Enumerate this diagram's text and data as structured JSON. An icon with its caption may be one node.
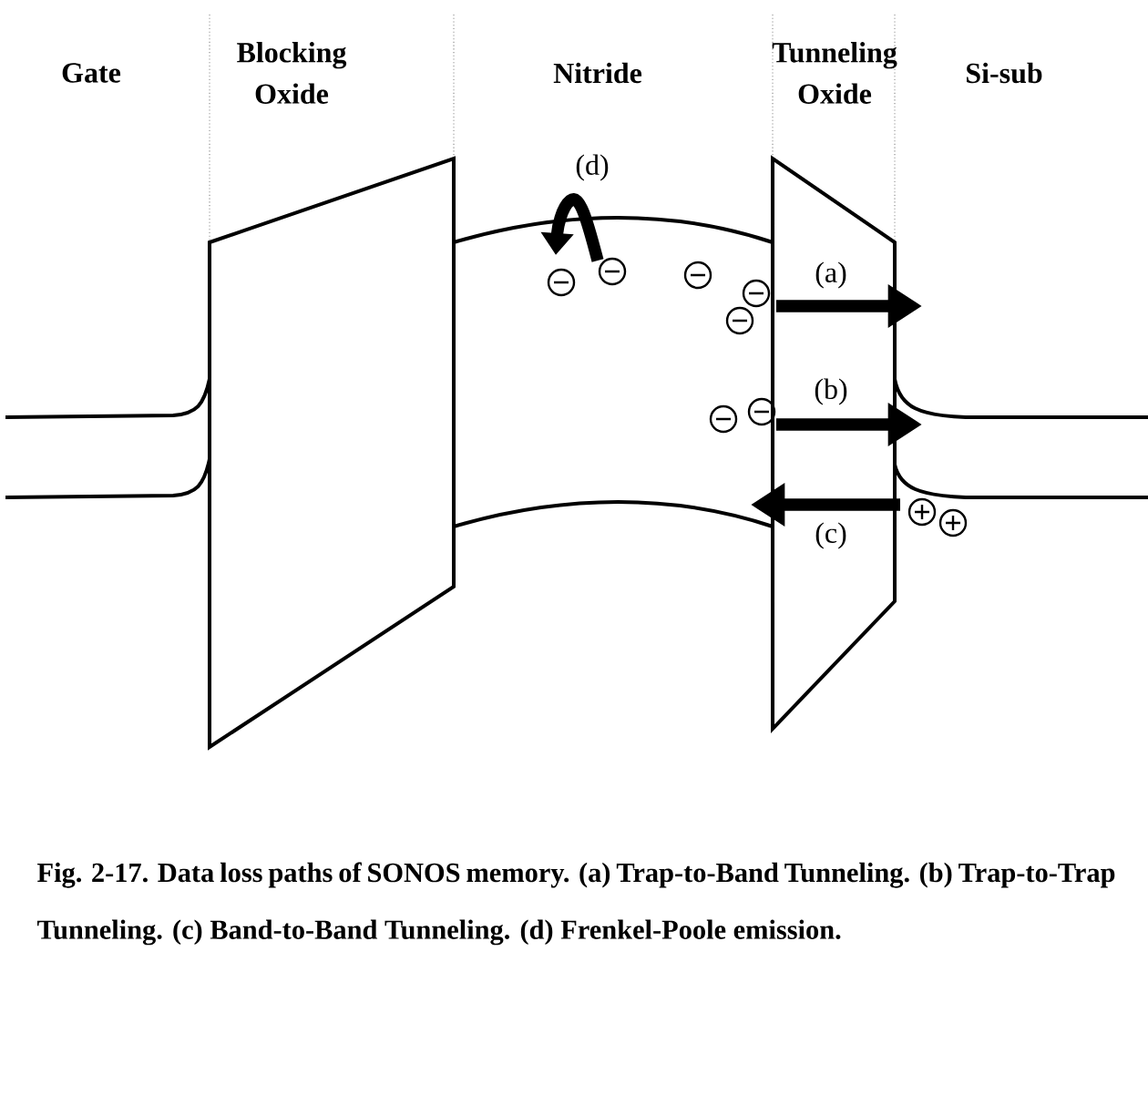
{
  "diagram": {
    "caption": "Fig. 2-17. Data loss paths of SONOS memory. (a) Trap-to-Band Tunneling. (b) Trap-to-Trap Tunneling. (c) Band-to-Band Tunneling. (d) Frenkel-Poole emission.",
    "labels": [
      "Gate",
      "Blocking Oxide",
      "Nitride",
      "Tunneling Oxide",
      "Si-sub",
      "(d)",
      "(a)",
      "(b)",
      "(c)"
    ]
  }
}
